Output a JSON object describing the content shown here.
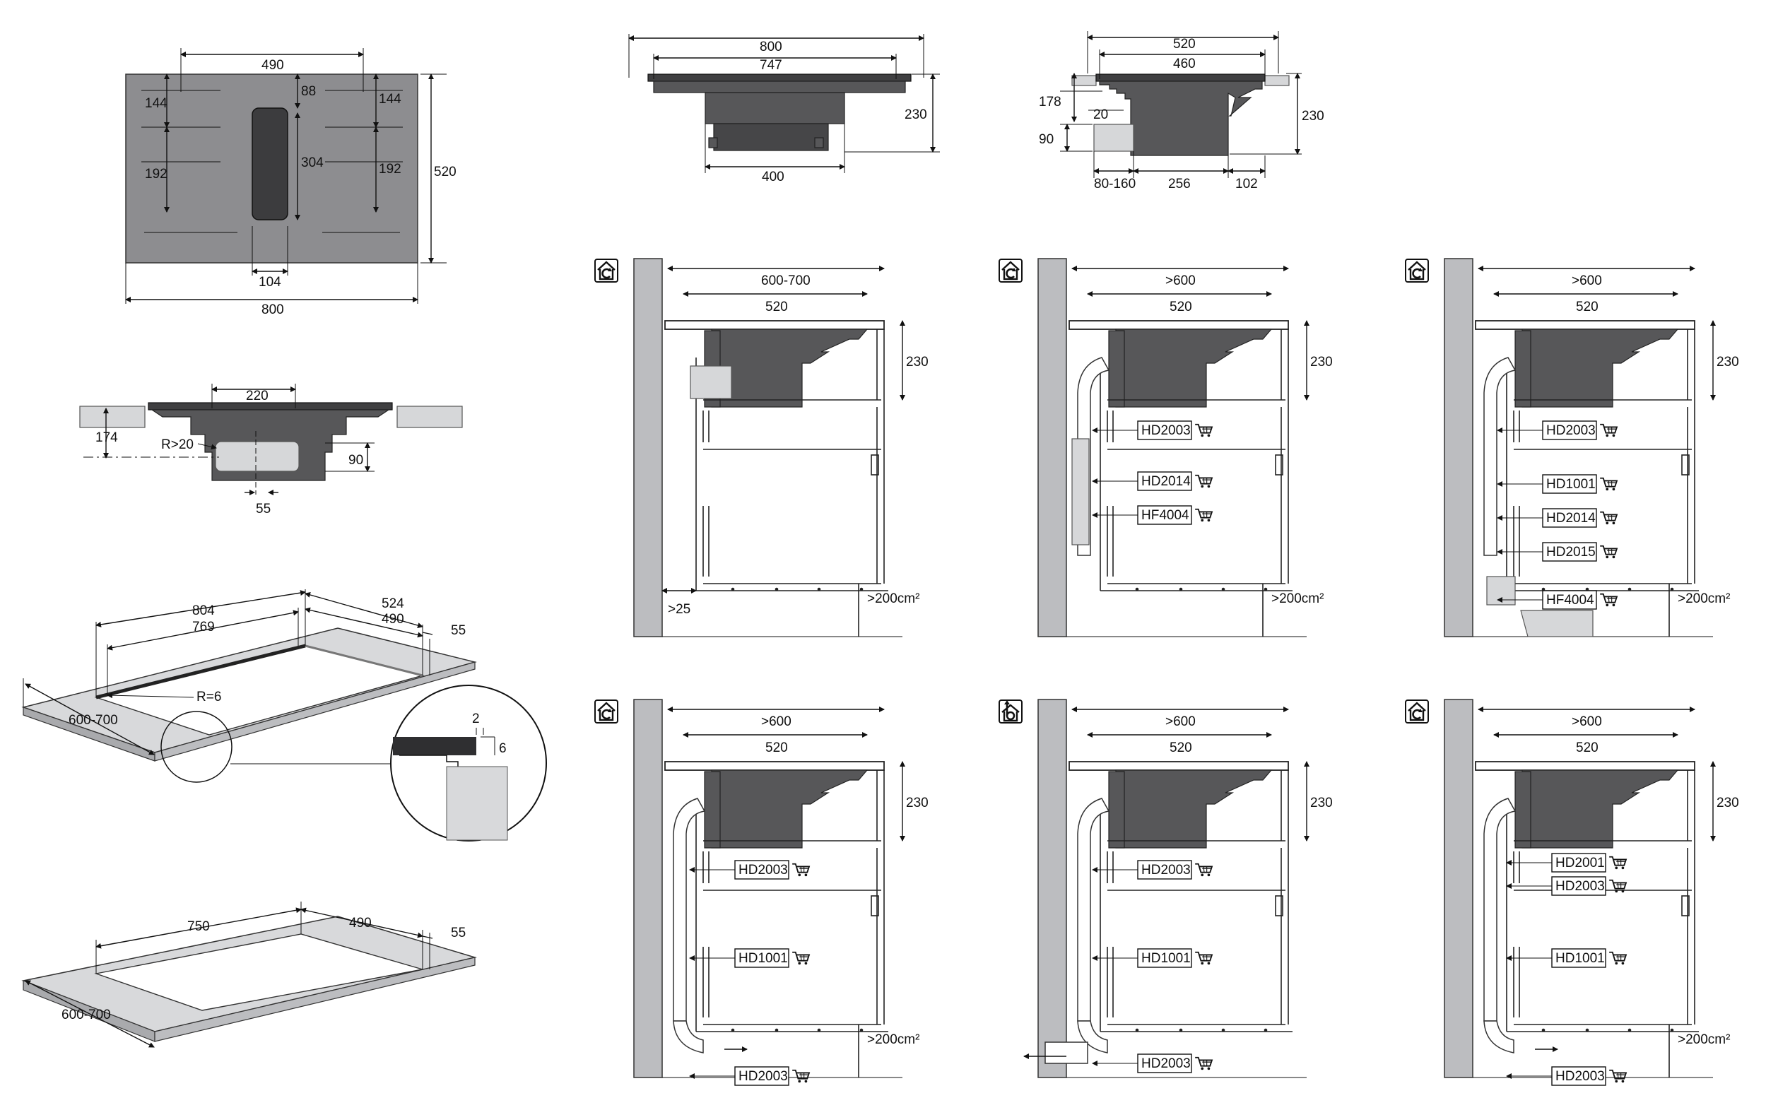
{
  "colors": {
    "hob": "#575759",
    "hob_dark": "#464648",
    "wall": "#bcbdc0",
    "panel_top": "#8d8d90",
    "line": "#111111"
  },
  "top_view": {
    "d490": "490",
    "d88": "88",
    "d144l": "144",
    "d144r": "144",
    "d192l": "192",
    "d192r": "192",
    "d304": "304",
    "d520": "520",
    "d104": "104",
    "d800": "800"
  },
  "front_view": {
    "d800": "800",
    "d747": "747",
    "d230": "230",
    "d400": "400"
  },
  "side_view": {
    "d520": "520",
    "d460": "460",
    "d178": "178",
    "d20": "20",
    "d90": "90",
    "d230": "230",
    "d80_160": "80-160",
    "d256": "256",
    "d102": "102"
  },
  "duct_view": {
    "d220": "220",
    "d174": "174",
    "dR": "R>20",
    "d90": "90",
    "d55": "55"
  },
  "cutout_a": {
    "d804": "804",
    "d769": "769",
    "d524": "524",
    "d490": "490",
    "d55": "55",
    "dR6": "R=6",
    "d600_700": "600-700",
    "d2": "2",
    "d6": "6"
  },
  "cutout_b": {
    "d750": "750",
    "d490": "490",
    "d55": "55",
    "d600_700": "600-700"
  },
  "installs": [
    {
      "depth": "600-700",
      "width": "520",
      "height": "230",
      "vent": ">200cm²",
      "gap": ">25",
      "labels": []
    },
    {
      "depth": ">600",
      "width": "520",
      "height": "230",
      "vent": ">200cm²",
      "labels": [
        "HD2003",
        "HD2014",
        "HF4004"
      ]
    },
    {
      "depth": ">600",
      "width": "520",
      "height": "230",
      "vent": ">200cm²",
      "labels": [
        "HD2003",
        "HD1001",
        "HD2014",
        "HD2015",
        "HF4004"
      ]
    },
    {
      "depth": ">600",
      "width": "520",
      "height": "230",
      "vent": ">200cm²",
      "labels": [
        "HD2003",
        "HD1001",
        "HD2003"
      ]
    },
    {
      "depth": ">600",
      "width": "520",
      "height": "230",
      "vent": "",
      "labels": [
        "HD2003",
        "HD1001",
        "HD2003"
      ]
    },
    {
      "depth": ">600",
      "width": "520",
      "height": "230",
      "vent": ">200cm²",
      "labels": [
        "HD2001",
        "HD2003",
        "HD1001",
        "HD2003"
      ]
    }
  ],
  "icons": [
    "recirculation-icon",
    "recirculation-icon",
    "recirculation-icon",
    "recirculation-icon",
    "extraction-icon",
    "recirculation-icon"
  ]
}
